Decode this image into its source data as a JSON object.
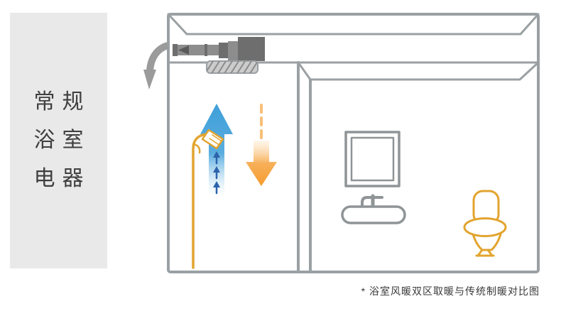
{
  "colors": {
    "panelBg": "#e9e9e9",
    "panelText": "#3f3f3f",
    "roomOutline": "#9aa0a3",
    "unitDark": "#6e6e6e",
    "unitMid": "#8d8d8d",
    "unitDeep": "#5a5a5a",
    "unitLight": "#cccccc",
    "hatchGray": "#8c8c8c",
    "exhaustGray": "#9b9b9b",
    "blue": "#3e9fd9",
    "blueLight": "#bfe2f6",
    "blueDark": "#2c63ab",
    "orange": "#f59c2f",
    "orangeLight": "#fcd9a8",
    "gold": "#e2a42f",
    "fixtureGray": "#8f9496",
    "captionText": "#3a3a3a"
  },
  "side_panel": {
    "lines": [
      "常规",
      "浴室",
      "电器"
    ]
  },
  "caption": "* 浴室风暖双区取暖与传统制暖对比图"
}
